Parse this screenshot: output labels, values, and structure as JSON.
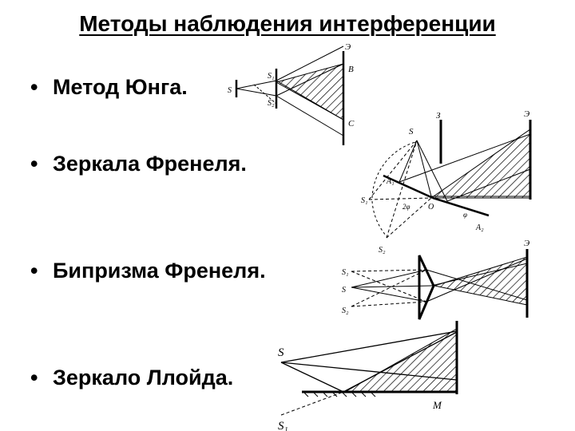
{
  "title": "Методы наблюдения интерференции",
  "bullets": [
    {
      "label": "Метод Юнга."
    },
    {
      "label": "Зеркала Френеля."
    },
    {
      "label": "Бипризма Френеля."
    },
    {
      "label": "Зеркало Ллойда."
    }
  ],
  "young": {
    "S": "S",
    "S1": "S₁",
    "S2": "S₂",
    "E": "Э",
    "B": "B",
    "C": "C"
  },
  "fresnel_mirrors": {
    "S": "S",
    "E": "Э",
    "Z": "З",
    "A1": "A₁",
    "A2": "A₂",
    "S1": "S₁",
    "S2": "S₂",
    "O": "O",
    "angle": "2φ",
    "phi": "φ"
  },
  "biprism": {
    "S1": "S₁",
    "S": "S",
    "S2": "S₂",
    "E": "Э"
  },
  "lloyd": {
    "S": "S",
    "S1": "S₁",
    "M": "M"
  }
}
